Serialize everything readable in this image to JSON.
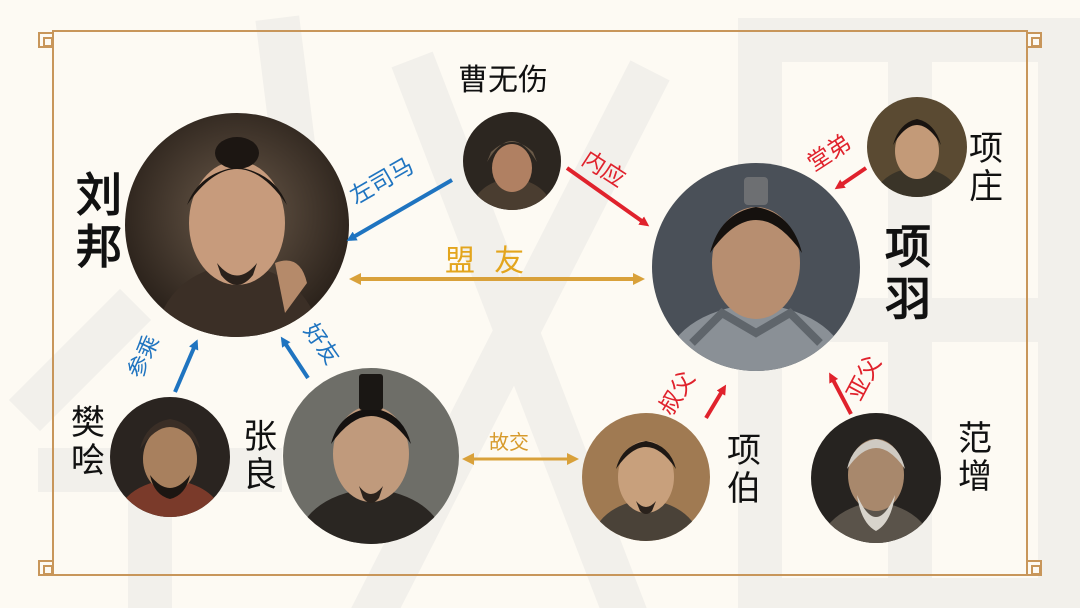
{
  "people": {
    "liubang": "刘邦",
    "xiangyu": "项羽",
    "caowushang": "曹无伤",
    "xiangzhuang": "项庄",
    "fankuai": "樊哙",
    "zhangliang": "张良",
    "xiangbo": "项伯",
    "fanzeng": "范增"
  },
  "relations": {
    "zuosima": "左司马",
    "neiying": "内应",
    "tangdi": "堂弟",
    "mengyou": "盟  友",
    "canshen": "参乘",
    "haoyou": "好友",
    "gujiao": "故交",
    "shufu": "叔父",
    "yafu": "亚父"
  },
  "colors": {
    "frame": "#c8965a",
    "blue_arrow": "#1f74c0",
    "red_arrow": "#e0222c",
    "gold_arrow": "#d9a13a",
    "alliance_text": "#e3a51d"
  }
}
